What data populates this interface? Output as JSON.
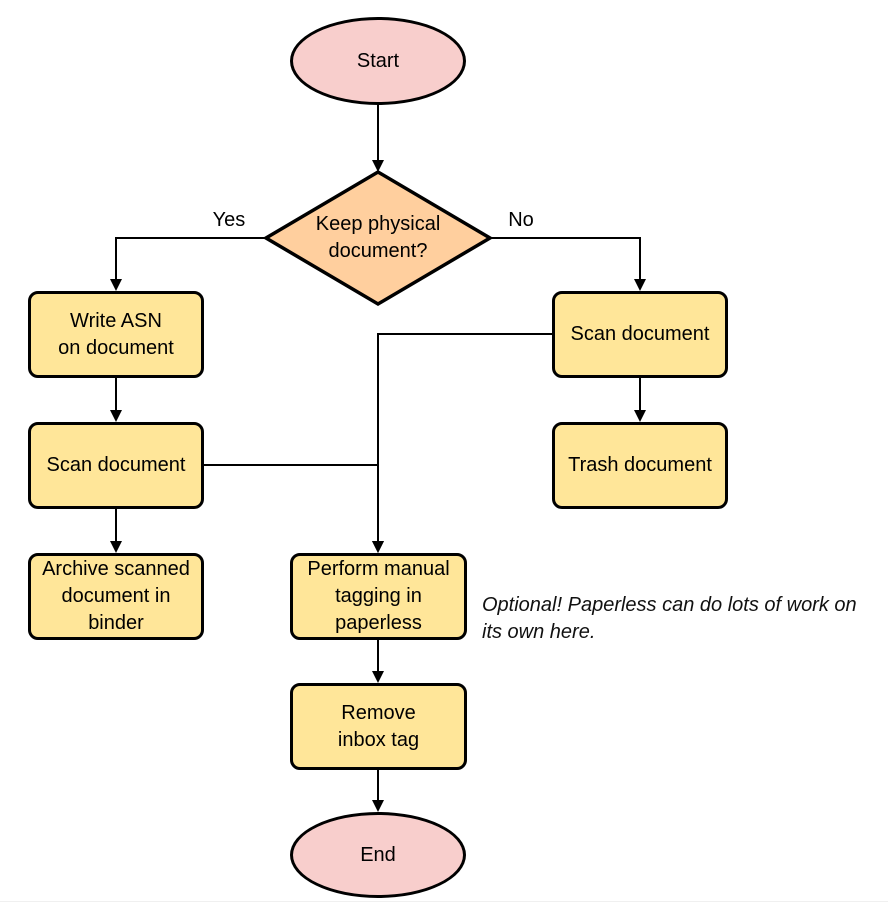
{
  "diagram": {
    "type": "flowchart",
    "nodes": {
      "start": {
        "label": "Start",
        "shape": "ellipse"
      },
      "decision": {
        "label": "Keep physical\ndocument?",
        "shape": "diamond"
      },
      "write_asn": {
        "label": "Write ASN\non document",
        "shape": "rounded-rect"
      },
      "scan_left": {
        "label": "Scan document",
        "shape": "rounded-rect"
      },
      "archive": {
        "label": "Archive scanned\ndocument in\nbinder",
        "shape": "rounded-rect"
      },
      "scan_right": {
        "label": "Scan document",
        "shape": "rounded-rect"
      },
      "trash": {
        "label": "Trash document",
        "shape": "rounded-rect"
      },
      "perform": {
        "label": "Perform manual\ntagging in\npaperless",
        "shape": "rounded-rect"
      },
      "remove": {
        "label": "Remove\ninbox tag",
        "shape": "rounded-rect"
      },
      "end": {
        "label": "End",
        "shape": "ellipse"
      }
    },
    "edge_labels": {
      "yes": "Yes",
      "no": "No"
    },
    "note": "Optional! Paperless can do lots of work on\nits own here.",
    "colors": {
      "terminal_fill": "#f8cecc",
      "decision_fill": "#ffcf9e",
      "process_fill": "#ffe699",
      "stroke": "#000000",
      "background": "#ffffff"
    }
  }
}
